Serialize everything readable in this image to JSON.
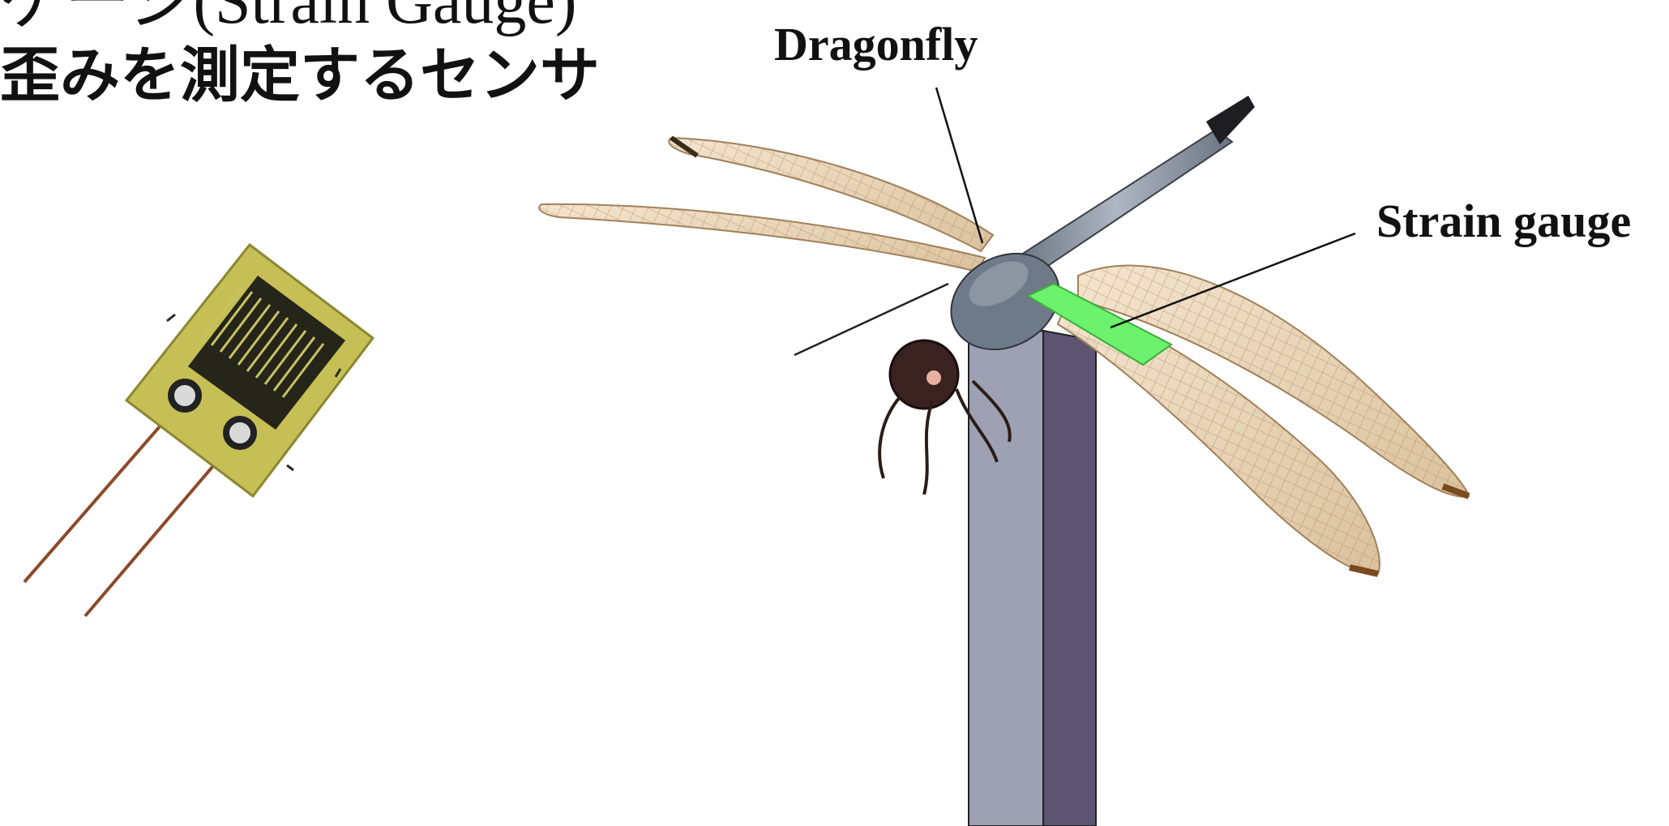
{
  "title": {
    "line1": "ゲージ(Strain Gauge)",
    "line2": "歪みを測定するセンサ"
  },
  "labels": {
    "dragonfly": "Dragonfly",
    "strain_gauge": "Strain gauge"
  },
  "colors": {
    "background": "#ffffff",
    "gauge_film": "#c8c25a",
    "gauge_grid": "#1c1c16",
    "gauge_wire": "#a0522d",
    "pillar_front": "#9ea1b4",
    "pillar_side": "#5c5470",
    "strain_patch": "#6cf26c",
    "wing": "#e8d3b5",
    "body": "#8a93a0"
  },
  "icons": {
    "sensor_photo": "strain-gauge-photo",
    "insect": "dragonfly-illustration"
  }
}
